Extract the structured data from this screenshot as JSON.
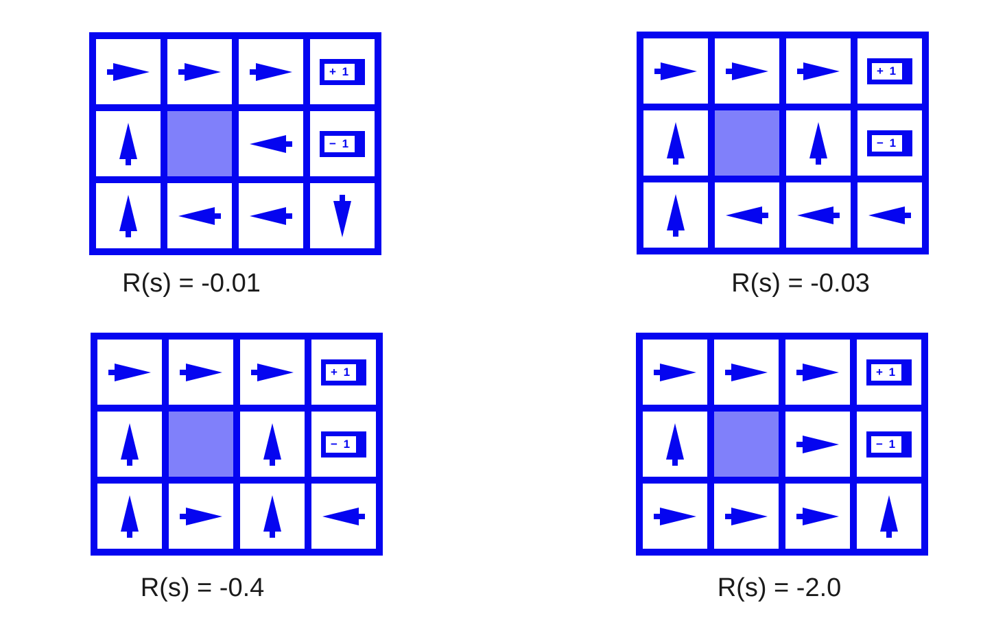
{
  "colors": {
    "blue": "#0505f0",
    "wall_fill": "#8080fa",
    "label_text": "#1a1a1a",
    "background": "#ffffff"
  },
  "terminal": {
    "plus_label": "+ 1",
    "minus_label": "− 1"
  },
  "grids": [
    {
      "label": "R(s) = -0.01",
      "cells": [
        [
          "right",
          "right",
          "right",
          "plus"
        ],
        [
          "up",
          "wall",
          "left",
          "minus"
        ],
        [
          "up",
          "left",
          "left",
          "down"
        ]
      ]
    },
    {
      "label": "R(s) = -0.03",
      "cells": [
        [
          "right",
          "right",
          "right",
          "plus"
        ],
        [
          "up",
          "wall",
          "up",
          "minus"
        ],
        [
          "up",
          "left",
          "left",
          "left"
        ]
      ]
    },
    {
      "label": "R(s) = -0.4",
      "cells": [
        [
          "right",
          "right",
          "right",
          "plus"
        ],
        [
          "up",
          "wall",
          "up",
          "minus"
        ],
        [
          "up",
          "right",
          "up",
          "left"
        ]
      ]
    },
    {
      "label": "R(s) = -2.0",
      "cells": [
        [
          "right",
          "right",
          "right",
          "plus"
        ],
        [
          "up",
          "wall",
          "right",
          "minus"
        ],
        [
          "right",
          "right",
          "right",
          "up"
        ]
      ]
    }
  ]
}
